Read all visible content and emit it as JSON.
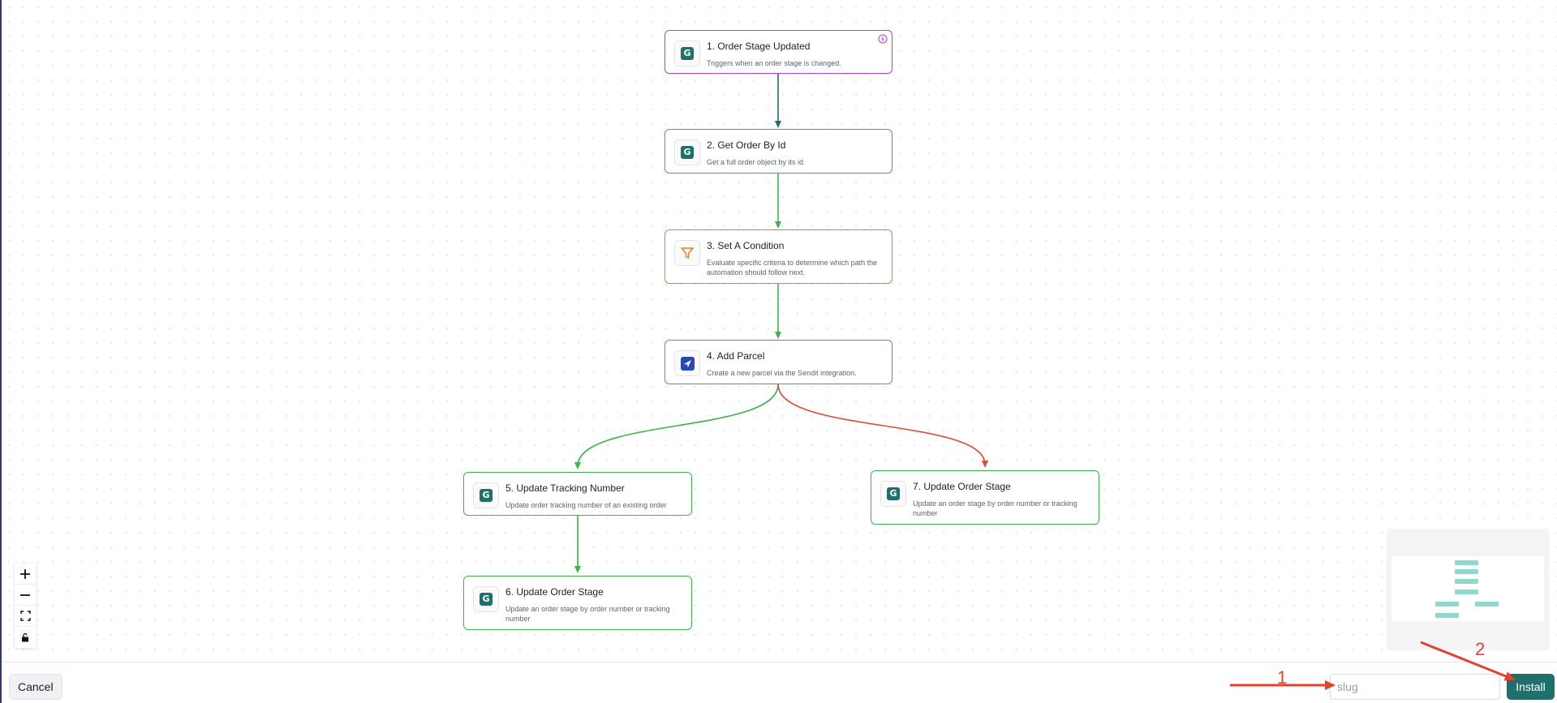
{
  "canvas": {
    "nodes": [
      {
        "title": "1. Order Stage Updated",
        "description": "Triggers when an order stage is changed.",
        "type": "trigger",
        "icon": "g-logo-icon"
      },
      {
        "title": "2. Get Order By Id",
        "description": "Get a full order object by its id",
        "type": "action",
        "icon": "g-logo-icon"
      },
      {
        "title": "3. Set A Condition",
        "description": "Evaluate specific criteria to determine which path the automation should follow next.",
        "type": "condition",
        "icon": "filter-icon"
      },
      {
        "title": "4. Add Parcel",
        "description": "Create a new parcel via the Sendit integration.",
        "type": "action",
        "icon": "sendit-logo-icon"
      },
      {
        "title": "5. Update Tracking Number",
        "description": "Update order tracking number of an existing order",
        "type": "action",
        "icon": "g-logo-icon"
      },
      {
        "title": "6. Update Order Stage",
        "description": "Update an order stage by order number or tracking number",
        "type": "action",
        "icon": "g-logo-icon"
      },
      {
        "title": "7. Update Order Stage",
        "description": "Update an order stage by order number or tracking number",
        "type": "action",
        "icon": "g-logo-icon"
      }
    ],
    "logo_letter": "G",
    "colors": {
      "trigger_border": "#b03fe0",
      "action_border": "#3cb44b",
      "condition_border": "#ef7d1e",
      "edge_primary": "#1f6f6b",
      "edge_success": "#3cb44b",
      "edge_failure": "#dd4b39",
      "brand": "#1f6f6b"
    }
  },
  "controls": {
    "zoom_in": "zoom-in-icon",
    "zoom_out": "zoom-out-icon",
    "fit_view": "fit-view-icon",
    "lock": "lock-icon"
  },
  "footer": {
    "cancel_label": "Cancel",
    "slug_placeholder": "slug",
    "slug_value": "",
    "install_label": "Install"
  },
  "annotations": {
    "labels": [
      "1",
      "2"
    ],
    "color": "#e4422e"
  }
}
